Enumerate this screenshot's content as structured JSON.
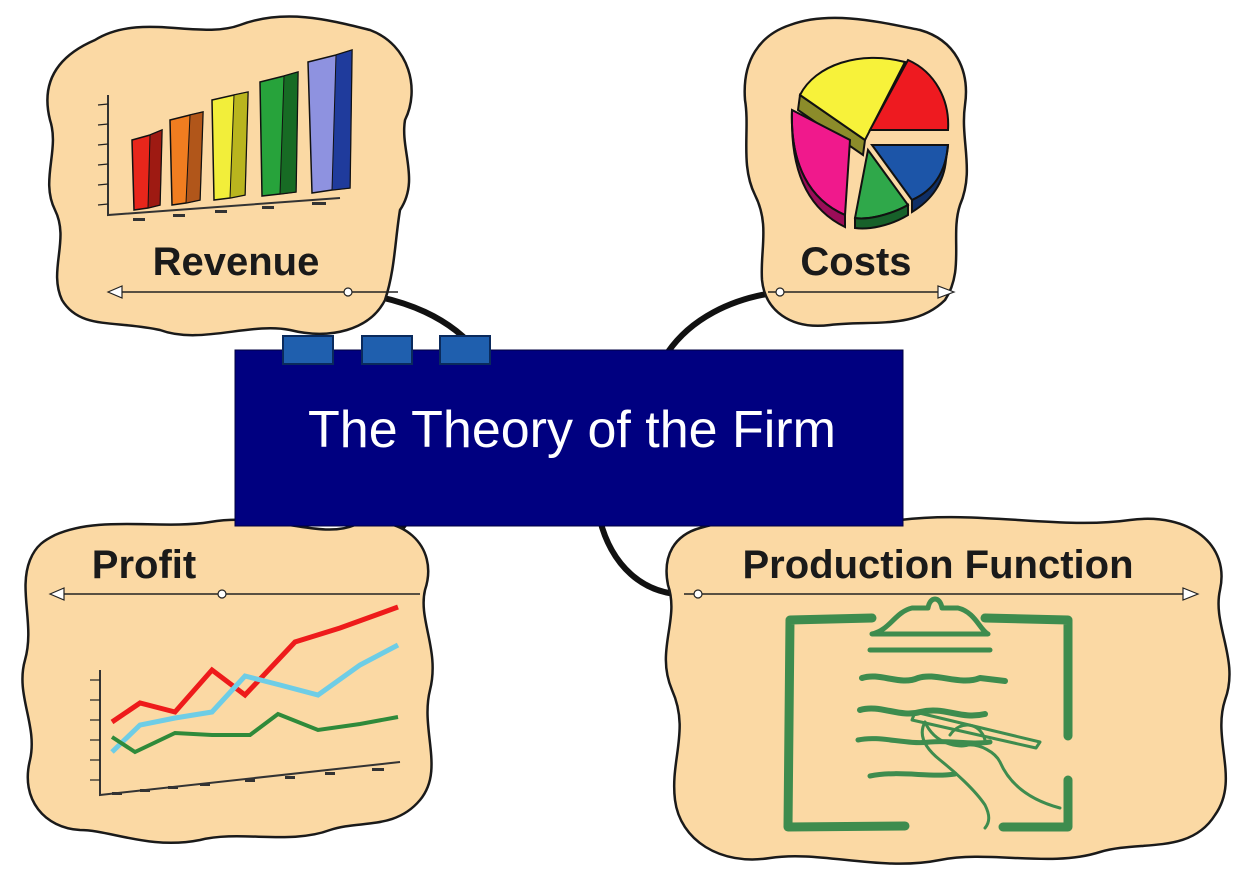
{
  "central": {
    "title": "The Theory of the Firm"
  },
  "nodes": {
    "revenue": {
      "label": "Revenue"
    },
    "costs": {
      "label": "Costs"
    },
    "profit": {
      "label": "Profit"
    },
    "production": {
      "label": "Production Function"
    }
  },
  "colors": {
    "background": "#ffffff",
    "cloud_fill": "#fbd9a4",
    "cloud_stroke": "#1a1a1a",
    "central_fill": "#000080",
    "tab_fill": "#1f5fae",
    "connector": "#111111",
    "clipboard_green": "#3e8c4e"
  },
  "icons": {
    "revenue": "bar-chart-icon",
    "costs": "pie-chart-icon",
    "profit": "line-chart-icon",
    "production": "clipboard-writing-hand-icon"
  }
}
